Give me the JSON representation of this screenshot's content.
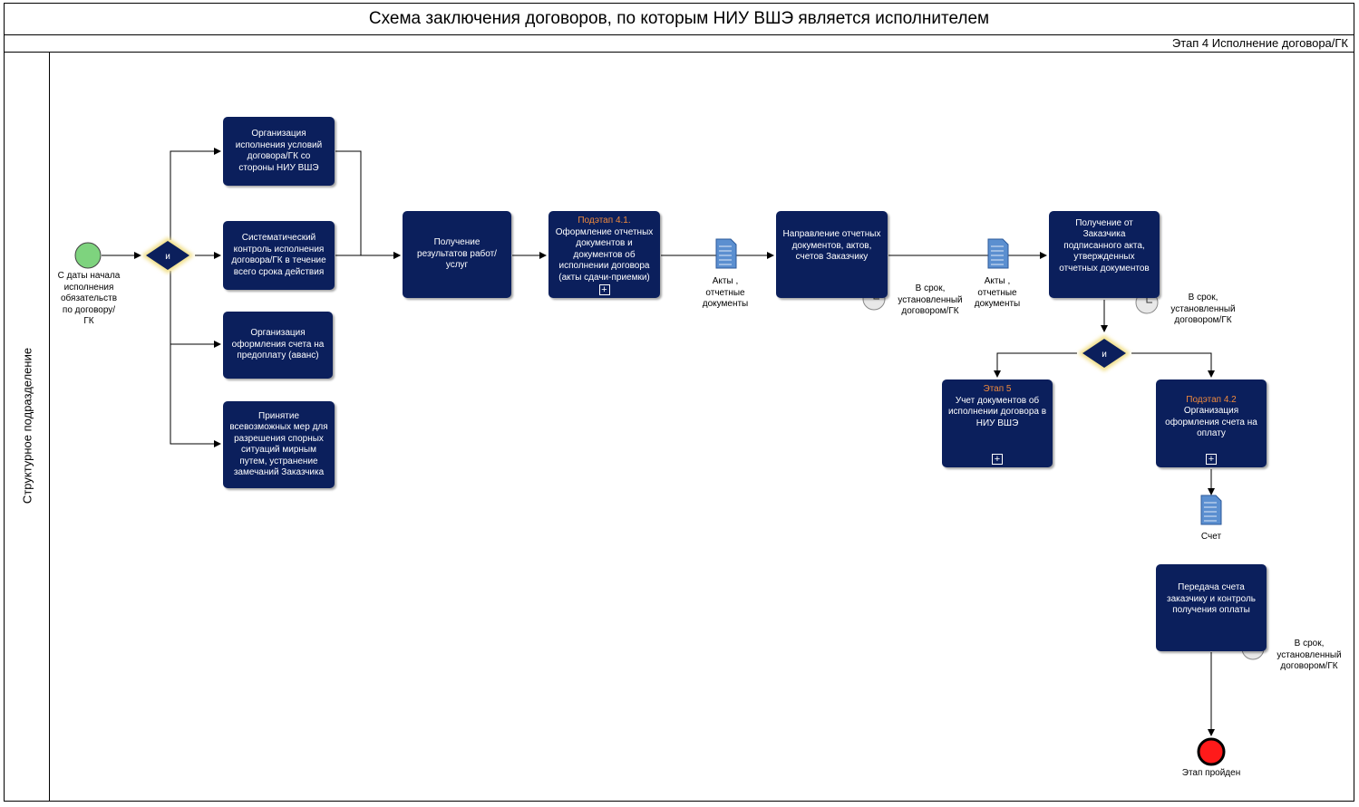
{
  "title": "Схема заключения договоров, по которым НИУ ВШЭ является исполнителем",
  "stage": "Этап 4 Исполнение договора/ГК",
  "lane": "Структурное подразделение",
  "start_event": "С даты начала исполнения обязательств по договору/ ГК",
  "gateway_label": "и",
  "tasks": {
    "t1": "Организация исполнения условий договора/ГК со стороны НИУ ВШЭ",
    "t2": "Систематический контроль исполнения договора/ГК в течение всего срока действия",
    "t3": "Организация оформления  счета на предоплату (аванс)",
    "t4": "Принятие всевозможных мер для разрешения спорных ситуаций мирным путем, устранение замечаний Заказчика",
    "t5": "Получение результатов работ/услуг",
    "t6_sub": "Подэтап 4.1.",
    "t6": "Оформление  отчетных документов и документов об исполнении договора (акты сдачи-приемки)",
    "t7": "Направление  отчетных документов, актов, счетов Заказчику",
    "t8": "Получение от Заказчика подписанного  акта, утвержденных отчетных документов",
    "t9_sub": "Этап 5",
    "t9": "Учет документов об исполнении договора в НИУ ВШЭ",
    "t10_sub": "Подэтап 4.2",
    "t10": "Организация оформления счета на оплату",
    "t11": "Передача счета заказчику и контроль получения оплаты"
  },
  "docs": {
    "d1": "Акты , отчетные документы",
    "d2": "Акты , отчетные документы",
    "d3": "Счет"
  },
  "timers": {
    "tm1": "В срок, установленный договором/ГК",
    "tm2": "В срок, установленный договором/ГК",
    "tm3": "В срок, установленный договором/ГК"
  },
  "end_event": "Этап пройден",
  "colors": {
    "task_fill": "#0b1f5c",
    "subtitle": "#f08a3c",
    "start": "#7ed37e",
    "end": "#ff1a1a",
    "gateway_glow": "#f2e08a",
    "doc": "#5b8fd0"
  }
}
